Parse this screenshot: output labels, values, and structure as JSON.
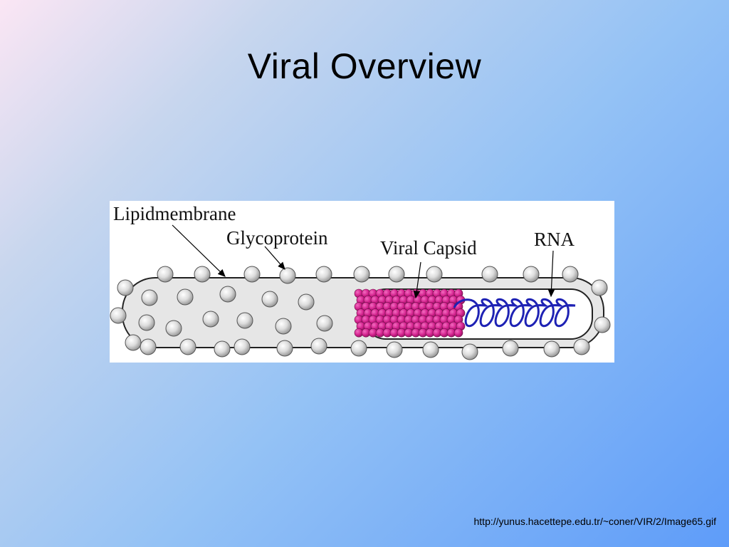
{
  "slide": {
    "title": "Viral Overview",
    "source_url": "http://yunus.hacettepe.edu.tr/~coner/VIR/2/Image65.gif"
  },
  "diagram": {
    "labels": {
      "lipid_membrane": "Lipidmembrane",
      "glycoprotein": "Glycoprotein",
      "viral_capsid": "Viral Capsid",
      "rna": "RNA"
    },
    "colors": {
      "membrane_fill": "#e4e4e4",
      "glycoprotein": "#d8d8d8",
      "capsid": "#d6208e",
      "rna": "#1e22b4"
    }
  }
}
